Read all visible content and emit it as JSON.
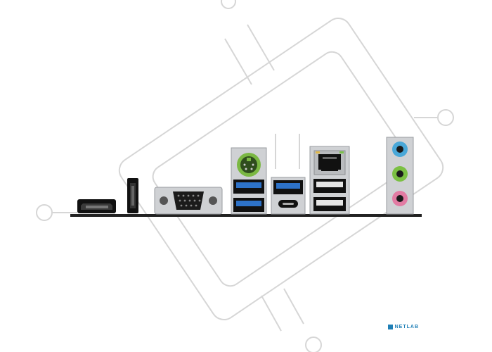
{
  "image": {
    "subject": "motherboard-rear-io-panel",
    "background_color": "#ffffff",
    "watermark_color": "#d9d9d9",
    "ports": [
      {
        "id": "displayport",
        "icon": "displayport-port-icon"
      },
      {
        "id": "hdmi",
        "icon": "hdmi-port-icon"
      },
      {
        "id": "vga",
        "icon": "vga-port-icon"
      },
      {
        "id": "ps2",
        "icon": "ps2-port-icon",
        "color": "#7bb843"
      },
      {
        "id": "usb-a-pair-left",
        "icon": "usb-a-port-icon",
        "color": "#2d72c8"
      },
      {
        "id": "usb-a-and-c",
        "icon": "usb-c-port-icon",
        "color": "#2d72c8"
      },
      {
        "id": "rj45-and-usb",
        "icon": "ethernet-port-icon"
      },
      {
        "id": "audio-jacks",
        "icon": "audio-jack-icon",
        "colors": [
          "#4aa8d8",
          "#7bc043",
          "#e27ba3"
        ]
      }
    ]
  },
  "watermark": {
    "brand_text": "NETLAB",
    "brand_color": "#1f7fb6"
  }
}
